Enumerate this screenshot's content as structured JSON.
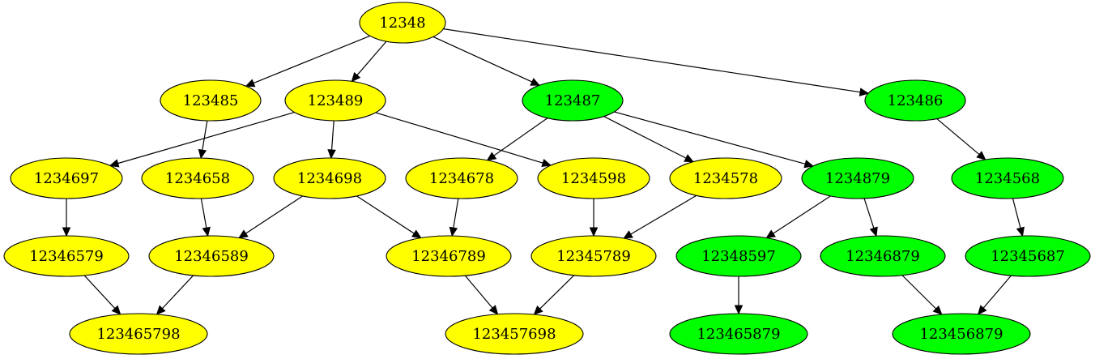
{
  "colors": {
    "yellow": "#ffff00",
    "green": "#00ff00"
  },
  "nodes": [
    {
      "id": "n12348",
      "label": "12348",
      "color": "yellow"
    },
    {
      "id": "n123485",
      "label": "123485",
      "color": "yellow"
    },
    {
      "id": "n123489",
      "label": "123489",
      "color": "yellow"
    },
    {
      "id": "n123487",
      "label": "123487",
      "color": "green"
    },
    {
      "id": "n123486",
      "label": "123486",
      "color": "green"
    },
    {
      "id": "n1234697",
      "label": "1234697",
      "color": "yellow"
    },
    {
      "id": "n1234658",
      "label": "1234658",
      "color": "yellow"
    },
    {
      "id": "n1234698",
      "label": "1234698",
      "color": "yellow"
    },
    {
      "id": "n1234678",
      "label": "1234678",
      "color": "yellow"
    },
    {
      "id": "n1234598",
      "label": "1234598",
      "color": "yellow"
    },
    {
      "id": "n1234578",
      "label": "1234578",
      "color": "yellow"
    },
    {
      "id": "n1234879",
      "label": "1234879",
      "color": "green"
    },
    {
      "id": "n1234568",
      "label": "1234568",
      "color": "green"
    },
    {
      "id": "n12346579",
      "label": "12346579",
      "color": "yellow"
    },
    {
      "id": "n12346589",
      "label": "12346589",
      "color": "yellow"
    },
    {
      "id": "n12346789",
      "label": "12346789",
      "color": "yellow"
    },
    {
      "id": "n12345789",
      "label": "12345789",
      "color": "yellow"
    },
    {
      "id": "n12348597",
      "label": "12348597",
      "color": "green"
    },
    {
      "id": "n12346879",
      "label": "12346879",
      "color": "green"
    },
    {
      "id": "n12345687",
      "label": "12345687",
      "color": "green"
    },
    {
      "id": "n123465798",
      "label": "123465798",
      "color": "yellow"
    },
    {
      "id": "n123457698",
      "label": "123457698",
      "color": "yellow"
    },
    {
      "id": "n123465879",
      "label": "123465879",
      "color": "green"
    },
    {
      "id": "n123456879",
      "label": "123456879",
      "color": "green"
    }
  ],
  "edges": [
    {
      "from": "n12348",
      "to": "n123485"
    },
    {
      "from": "n12348",
      "to": "n123489"
    },
    {
      "from": "n12348",
      "to": "n123487"
    },
    {
      "from": "n12348",
      "to": "n123486"
    },
    {
      "from": "n123485",
      "to": "n1234658"
    },
    {
      "from": "n123489",
      "to": "n1234697"
    },
    {
      "from": "n123489",
      "to": "n1234698"
    },
    {
      "from": "n123489",
      "to": "n1234598"
    },
    {
      "from": "n123487",
      "to": "n1234678"
    },
    {
      "from": "n123487",
      "to": "n1234578"
    },
    {
      "from": "n123487",
      "to": "n1234879"
    },
    {
      "from": "n123486",
      "to": "n1234568"
    },
    {
      "from": "n1234697",
      "to": "n12346579"
    },
    {
      "from": "n1234658",
      "to": "n12346589"
    },
    {
      "from": "n1234698",
      "to": "n12346589"
    },
    {
      "from": "n1234698",
      "to": "n12346789"
    },
    {
      "from": "n1234678",
      "to": "n12346789"
    },
    {
      "from": "n1234598",
      "to": "n12345789"
    },
    {
      "from": "n1234578",
      "to": "n12345789"
    },
    {
      "from": "n1234879",
      "to": "n12348597"
    },
    {
      "from": "n1234879",
      "to": "n12346879"
    },
    {
      "from": "n1234568",
      "to": "n12345687"
    },
    {
      "from": "n12346579",
      "to": "n123465798"
    },
    {
      "from": "n12346589",
      "to": "n123465798"
    },
    {
      "from": "n12346789",
      "to": "n123457698"
    },
    {
      "from": "n12345789",
      "to": "n123457698"
    },
    {
      "from": "n12348597",
      "to": "n123465879"
    },
    {
      "from": "n12346879",
      "to": "n123456879"
    },
    {
      "from": "n12345687",
      "to": "n123456879"
    }
  ]
}
